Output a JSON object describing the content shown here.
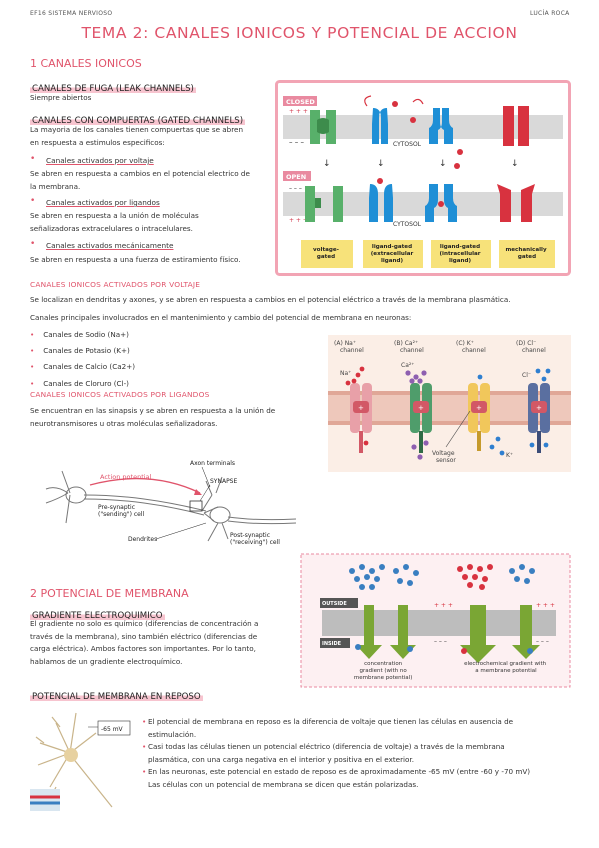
{
  "header": {
    "left": "EF16 SISTEMA NERVIOSO",
    "right": "LUCÍA ROCA"
  },
  "title": "TEMA 2: CANALES IONICOS Y POTENCIAL DE ACCION",
  "section1": {
    "heading": "1 CANALES IONICOS",
    "leak": {
      "heading": "CANALES DE FUGA (LEAK CHANNELS)",
      "text": "Siempre abiertos"
    },
    "gated": {
      "heading": "CANALES CON COMPUERTAS (GATED CHANNELS)",
      "intro": [
        "La mayoria de los canales tienen compuertas que se abren",
        "en respuesta a estimulos especificos:"
      ],
      "items": [
        {
          "label": "Canales activados por voltaje",
          "text": [
            "Se abren en respuesta a cambios en el potencial electrico de",
            "la membrana."
          ]
        },
        {
          "label": "Canales activados por ligandos",
          "text": [
            "Se abren en respuesta a la unión de moléculas",
            "señalizadoras extracelulares o intracelulares."
          ]
        },
        {
          "label": "Canales activados mecánicamente",
          "text": [
            "Se abren en respuesta a una fuerza de estiramiento físico."
          ]
        }
      ]
    },
    "voltage": {
      "heading": "CANALES IONICOS ACTIVADOS POR VOLTAJE",
      "text": "Se localizan en dendritas y axones, y se abren en respuesta a cambios en el potencial eléctrico a través de la membrana plasmática.",
      "listIntro": "Canales principales involucrados en el mantenimiento y cambio del potencial de membrana en neuronas:",
      "ions": [
        "Canales de Sodio (Na+)",
        "Canales de Potasio (K+)",
        "Canales de Calcio (Ca2+)",
        "Canales de Cloruro (Cl-)"
      ]
    },
    "ligand": {
      "heading": "CANALES IONICOS ACTIVADOS POR LIGANDOS",
      "text": [
        "Se encuentran en las sinapsis y se abren en respuesta a la unión de",
        "neurotransmisores u otras moléculas señalizadoras."
      ]
    }
  },
  "gatedFigure": {
    "closed": "CLOSED",
    "open": "OPEN",
    "cytosol": "CYTOSOL",
    "labels": [
      [
        "voltage-",
        "gated"
      ],
      [
        "ligand-gated",
        "(extracellular",
        "ligand)"
      ],
      [
        "ligand-gated",
        "(intracellular",
        "ligand)"
      ],
      [
        "mechanically",
        "gated"
      ]
    ]
  },
  "ionFigure": {
    "channels": [
      {
        "tag": "(A) Na⁺",
        "name": "channel",
        "ion": "Na⁺",
        "color": "#e8a0a8"
      },
      {
        "tag": "(B) Ca²⁺",
        "name": "channel",
        "ion": "Ca²⁺",
        "color": "#4f9d6b"
      },
      {
        "tag": "(C) K⁺",
        "name": "channel",
        "ion": "K⁺",
        "color": "#f1c75b"
      },
      {
        "tag": "(D) Cl⁻",
        "name": "channel",
        "ion": "Cl⁻",
        "color": "#5a6fa0"
      }
    ],
    "sensor": [
      "Voltage",
      "sensor"
    ]
  },
  "neuronFigure": {
    "actionPotential": "Action potential",
    "axonTerminals": "Axon terminals",
    "synapse": "SYNAPSE",
    "pre": [
      "Pre-synaptic",
      "(\"sending\") cell"
    ],
    "dendrites": "Dendrites",
    "post": [
      "Post-synaptic",
      "(\"receiving\") cell"
    ]
  },
  "section2": {
    "heading": "2 POTENCIAL DE MEMBRANA",
    "gradient": {
      "heading": "GRADIENTE ELECTROQUIMICO",
      "text": [
        "El gradiente no solo es químico (diferencias de concentración a",
        "través de la membrana), sino también eléctrico (diferencias de",
        "carga eléctrica). Ambos factores son importantes. Por lo tanto,",
        "hablamos de un gradiente electroquímico."
      ]
    },
    "rest": {
      "heading": "POTENCIAL DE MEMBRANA EN REPOSO",
      "bullets": [
        [
          "El potencial de membrana en reposo es la diferencia de voltaje que tienen las células en ausencia de",
          "estimulación."
        ],
        [
          "Casi todas las células tienen un potencial eléctrico (diferencia de voltaje) a través de la membrana",
          "plasmática, con una carga negativa en el interior y positiva en el exterior."
        ],
        [
          "En las neuronas, este potencial en estado de reposo es de aproximadamente -65 mV (entre -60 y -70 mV)",
          "Las células con un potencial de membrana se dicen que están polarizadas."
        ]
      ]
    }
  },
  "gradFigure": {
    "outside": "OUTSIDE",
    "inside": "INSIDE",
    "cap1": [
      "concentration",
      "gradient (with no",
      "membrane potential)"
    ],
    "cap2": [
      "electrochemical gradient with",
      "a membrane potential"
    ]
  },
  "restFigure": {
    "meter": "-65 mV"
  }
}
